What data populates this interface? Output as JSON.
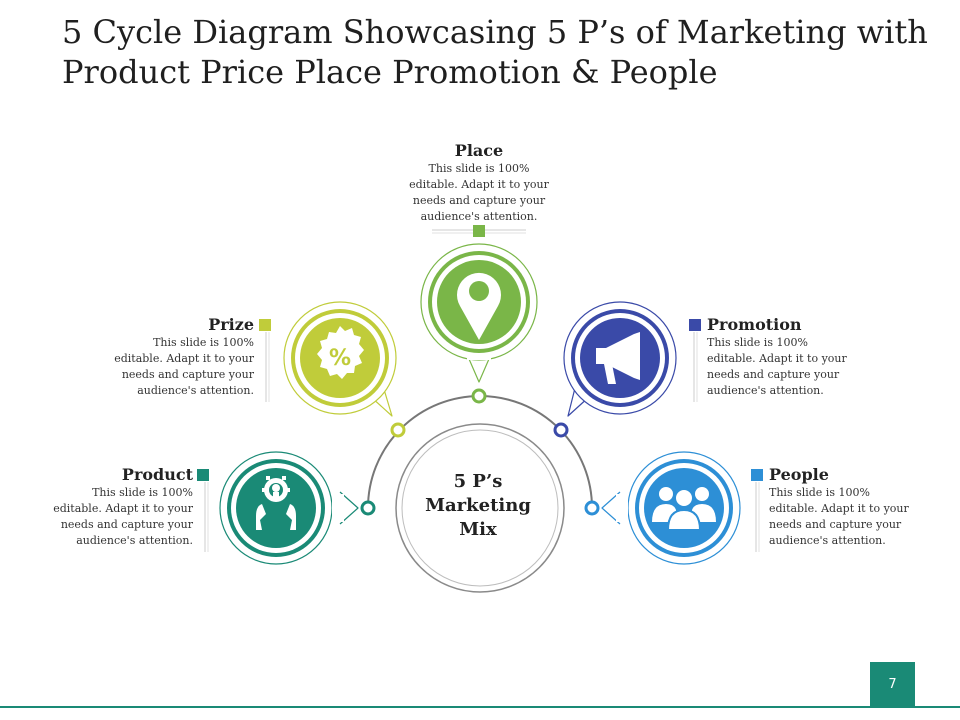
{
  "title": {
    "line1": "5 Cycle Diagram Showcasing 5 P’s of Marketing with",
    "line2": "Product Price Place Promotion & People"
  },
  "center": {
    "line1": "5 P’s",
    "line2": "Marketing",
    "line3": "Mix"
  },
  "items": [
    {
      "id": "product",
      "heading": "Product",
      "description": "This slide is 100% editable. Adapt it to your needs and capture your audience's attention.",
      "color": "#1a8a76",
      "icon": "hands-lightbulb-gear-icon"
    },
    {
      "id": "prize",
      "heading": "Prize",
      "description": "This slide is 100% editable. Adapt it to your needs and capture your audience's attention.",
      "color": "#c0cc3a",
      "icon": "percent-badge-icon"
    },
    {
      "id": "place",
      "heading": "Place",
      "description": "This slide is 100% editable. Adapt it to your needs and capture your audience's attention.",
      "color": "#7ab648",
      "icon": "map-pin-icon"
    },
    {
      "id": "promotion",
      "heading": "Promotion",
      "description": "This slide is 100% editable. Adapt it to your needs and capture your audience's attention.",
      "color": "#3a4aa8",
      "icon": "megaphone-icon"
    },
    {
      "id": "people",
      "heading": "People",
      "description": "This slide is 100% editable. Adapt it to your needs and capture your audience's attention.",
      "color": "#2d8fd6",
      "icon": "people-group-icon"
    }
  ],
  "page_number": "7",
  "colors": {
    "arc": "#777777",
    "footer": "#1a8a76"
  }
}
